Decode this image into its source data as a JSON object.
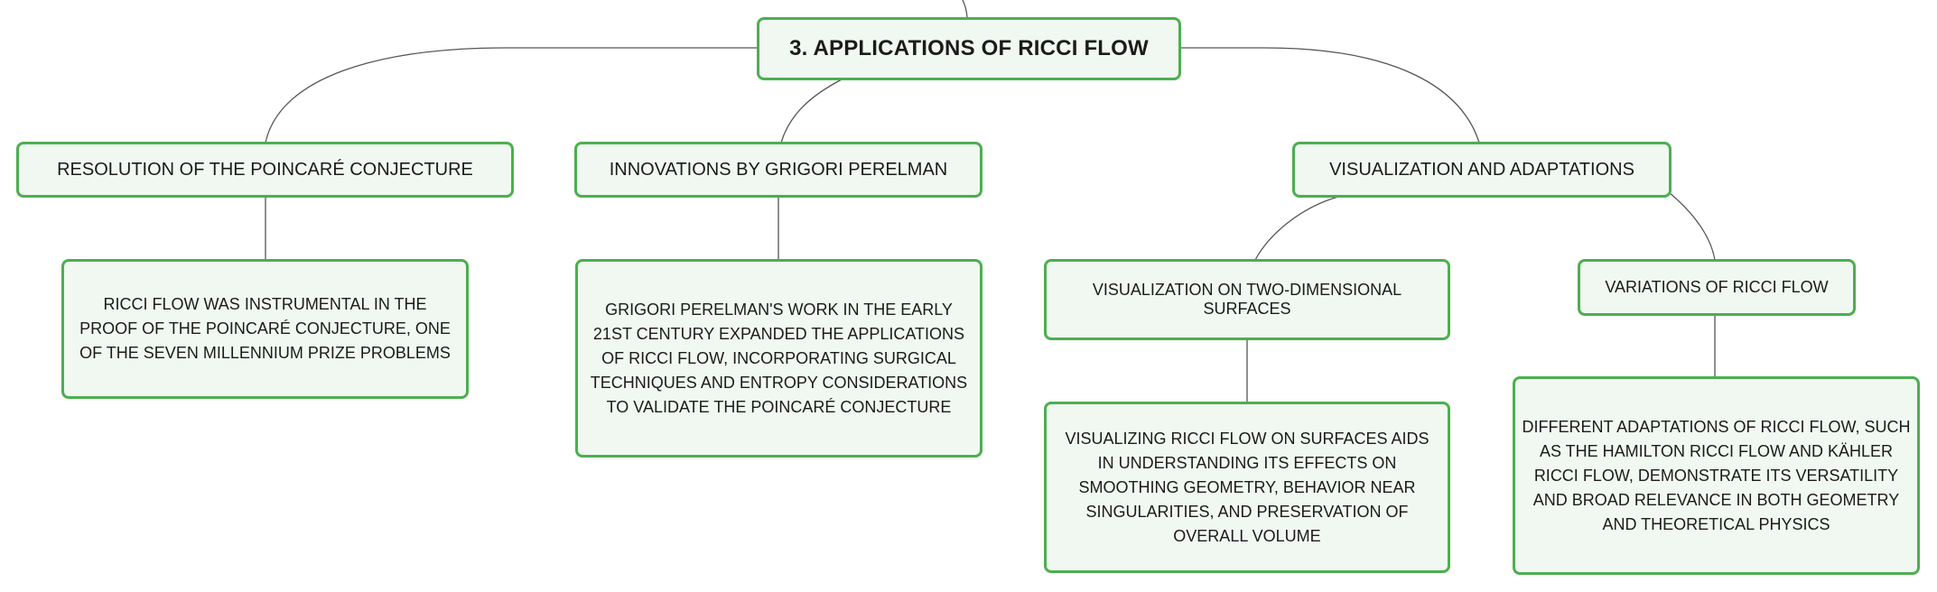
{
  "root": {
    "title": "3. APPLICATIONS OF RICCI FLOW"
  },
  "branches": [
    {
      "label": "RESOLUTION OF THE POINCARÉ CONJECTURE",
      "detail": "RICCI FLOW WAS INSTRUMENTAL IN THE PROOF OF THE POINCARÉ CONJECTURE, ONE OF THE SEVEN MILLENNIUM PRIZE PROBLEMS"
    },
    {
      "label": "INNOVATIONS BY GRIGORI PERELMAN",
      "detail": "GRIGORI PERELMAN'S WORK IN THE EARLY 21ST CENTURY EXPANDED THE APPLICATIONS OF RICCI FLOW, INCORPORATING SURGICAL TECHNIQUES AND ENTROPY CONSIDERATIONS TO VALIDATE THE POINCARÉ CONJECTURE"
    },
    {
      "label": "VISUALIZATION AND ADAPTATIONS",
      "children": [
        {
          "label": "VISUALIZATION ON TWO-DIMENSIONAL SURFACES",
          "detail": "VISUALIZING RICCI FLOW ON SURFACES AIDS IN UNDERSTANDING ITS EFFECTS ON SMOOTHING GEOMETRY, BEHAVIOR NEAR SINGULARITIES, AND PRESERVATION OF OVERALL VOLUME"
        },
        {
          "label": "VARIATIONS OF RICCI FLOW",
          "detail": "DIFFERENT ADAPTATIONS OF RICCI FLOW, SUCH AS THE HAMILTON RICCI FLOW AND KÄHLER RICCI FLOW, DEMONSTRATE ITS VERSATILITY AND BROAD RELEVANCE IN BOTH GEOMETRY AND THEORETICAL PHYSICS"
        }
      ]
    }
  ],
  "colors": {
    "node_border": "#4caf50",
    "node_fill": "#f1f8f1",
    "connector": "#555555"
  }
}
